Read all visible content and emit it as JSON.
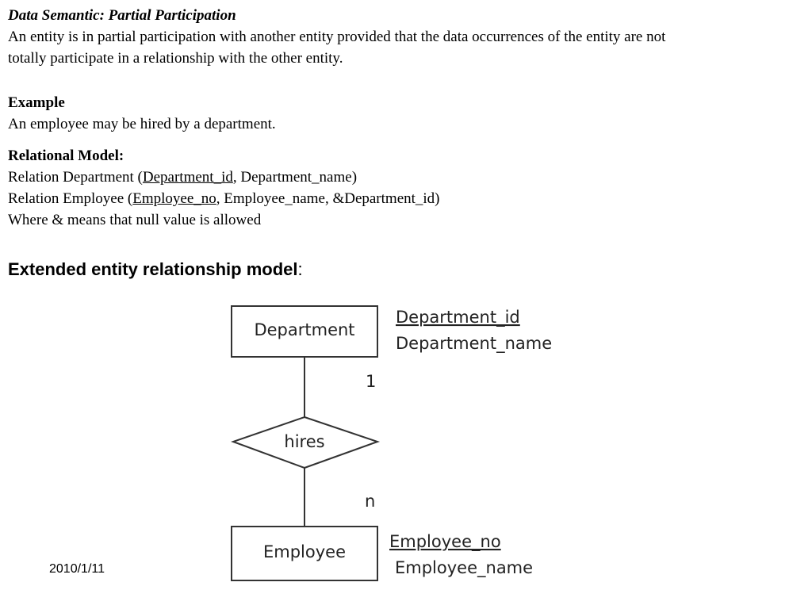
{
  "heading": "Data Semantic: Partial Participation",
  "definition_line1": "An entity is in partial participation with another entity provided that the data occurrences of the entity are not",
  "definition_line2": "totally participate in a relationship with the other entity.",
  "example_title": "Example",
  "example_text": "An employee may be hired by a department.",
  "relational_title": "Relational Model:",
  "rel1": {
    "prefix": "Relation Department (",
    "key": "Department_id",
    "rest": ", Department_name)"
  },
  "rel2": {
    "prefix": "Relation Employee (",
    "key": "Employee_no",
    "rest": ", Employee_name, &Department_id)"
  },
  "null_note": "Where & means that null value is allowed",
  "eer_title": "Extended entity relationship model",
  "eer_colon": ":",
  "diagram": {
    "entity_top": "Department",
    "entity_top_key": "Department_id",
    "entity_top_attr": "Department_name",
    "relationship": "hires",
    "cardinality_top": "1",
    "cardinality_bottom": "n",
    "entity_bottom": "Employee",
    "entity_bottom_key": "Employee_no",
    "entity_bottom_attr": "Employee_name"
  },
  "footer_date": "2010/1/11"
}
